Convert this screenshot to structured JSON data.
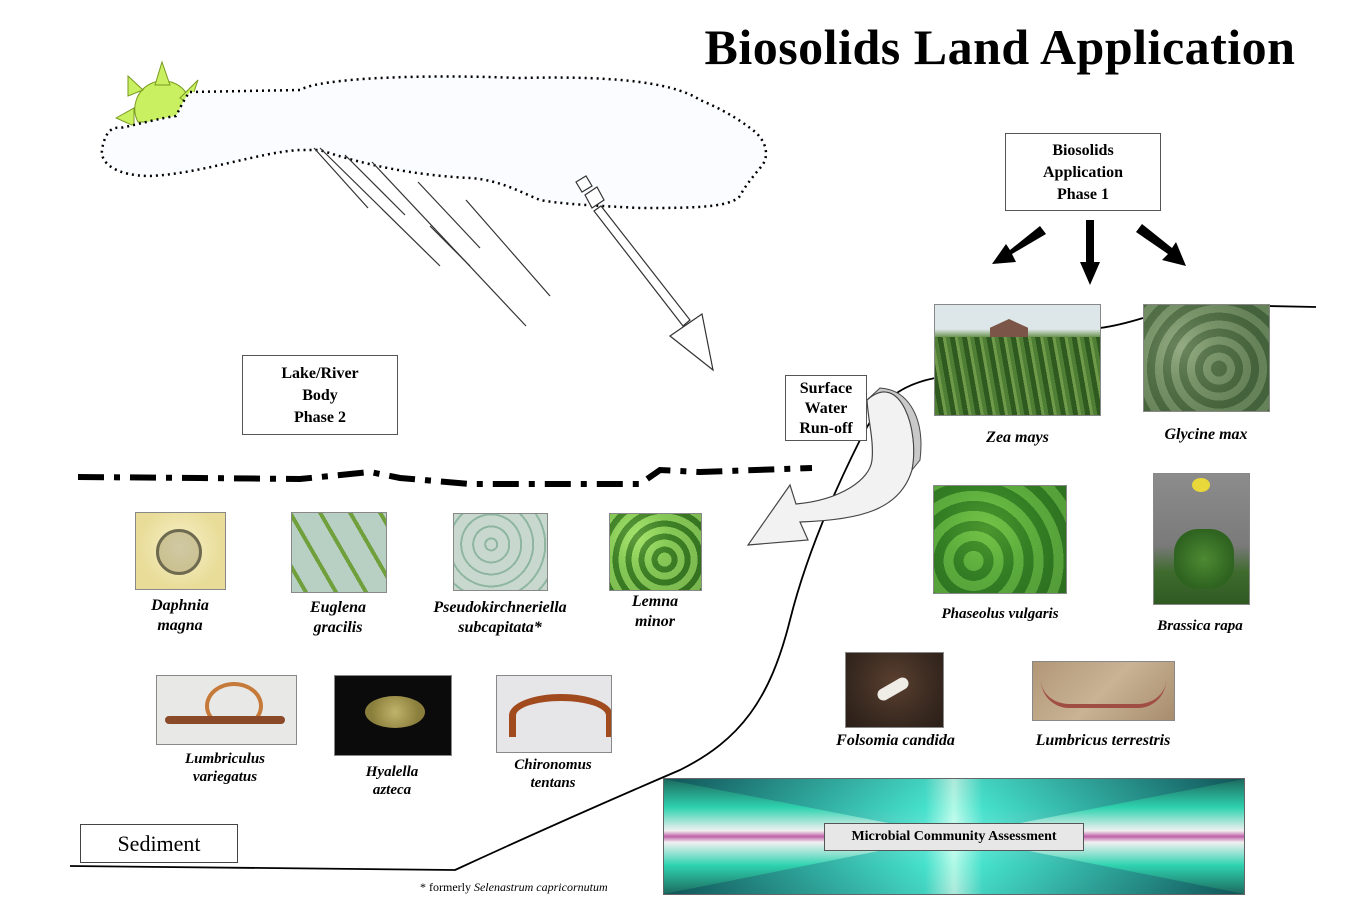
{
  "title": "Biosolids Land Application",
  "boxes": {
    "biosolids": [
      "Biosolids",
      "Application",
      "Phase 1"
    ],
    "lake": [
      "Lake/River",
      "Body",
      "Phase 2"
    ],
    "runoff": [
      "Surface",
      "Water",
      "Run-off"
    ]
  },
  "terrestrial": [
    {
      "name": "Zea mays",
      "icon": "corn-field-photo"
    },
    {
      "name": "Glycine max",
      "icon": "soybean-photo"
    },
    {
      "name": "Phaseolus vulgaris",
      "icon": "bean-plant-photo"
    },
    {
      "name": "Brassica rapa",
      "icon": "brassica-plant-photo"
    },
    {
      "name": "Folsomia candida",
      "icon": "springtail-photo"
    },
    {
      "name": "Lumbricus terrestris",
      "icon": "earthworm-photo"
    }
  ],
  "aquatic": [
    {
      "line1": "Daphnia",
      "line2": "magna",
      "icon": "daphnia-photo"
    },
    {
      "line1": "Euglena",
      "line2": "gracilis",
      "icon": "euglena-photo"
    },
    {
      "line1": "Pseudokirchneriella",
      "line2": "subcapitata*",
      "icon": "algae-photo"
    },
    {
      "line1": "Lemna",
      "line2": "minor",
      "icon": "duckweed-photo"
    },
    {
      "line1": "Lumbriculus",
      "line2": "variegatus",
      "icon": "blackworm-photo"
    },
    {
      "line1": "Hyalella",
      "line2": "azteca",
      "icon": "amphipod-photo"
    },
    {
      "line1": "Chironomus",
      "line2": "tentans",
      "icon": "midge-larva-photo"
    }
  ],
  "sediment_label": "Sediment",
  "microbial_label": "Microbial Community Assessment",
  "footnote": {
    "prefix": "* formerly ",
    "italic": "Selenastrum capricornutum"
  },
  "colors": {
    "sun": "#c8f060",
    "microbe_teal": "#2fd3b0",
    "microbe_pink": "#c060a8"
  }
}
